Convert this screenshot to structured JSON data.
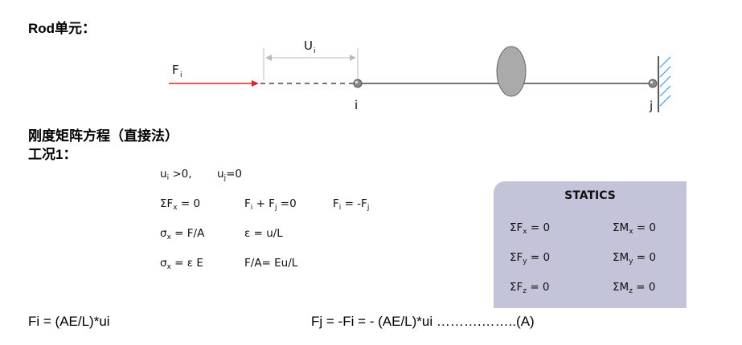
{
  "heading_rod": "Rod单元：",
  "diagram": {
    "force_label": "F",
    "force_sub": "i",
    "disp_label": "U",
    "disp_sub": "i",
    "node_i": "i",
    "node_j": "j",
    "colors": {
      "force_arrow": "#e0202a",
      "node": "#888888",
      "lens": "#aaaaaa",
      "wall_hatch": "#3aa0e0"
    }
  },
  "heading_method": "刚度矩阵方程（直接法）",
  "heading_case": "工况1：",
  "equations": {
    "row1_a_pre": "u",
    "row1_a_sub": "i",
    "row1_a_post": " >0,",
    "row1_b_pre": "u",
    "row1_b_sub": "j",
    "row1_b_post": "=0",
    "row2_a_pre": "ΣF",
    "row2_a_sub": "x",
    "row2_a_post": " = 0",
    "row2_b_pre": "F",
    "row2_b_sub": "i",
    "row2_b_mid": " + F",
    "row2_b_sub2": "j",
    "row2_b_post": " =0",
    "row2_c_pre": "F",
    "row2_c_sub": "i",
    "row2_c_mid": " = -F",
    "row2_c_sub2": "j",
    "row3_a_pre": "σ",
    "row3_a_sub": "x",
    "row3_a_post": " = F/A",
    "row3_b": "ε = u/L",
    "row4_a_pre": "σ",
    "row4_a_sub": "x",
    "row4_a_post": " = ε E",
    "row4_b": "F/A= Eu/L"
  },
  "statics": {
    "title": "STATICS",
    "fx_pre": "ΣF",
    "fx_sub": "x",
    "fx_post": " = 0",
    "mx_pre": "ΣM",
    "mx_sub": "x",
    "mx_post": " = 0",
    "fy_pre": "ΣF",
    "fy_sub": "y",
    "fy_post": " = 0",
    "my_pre": "ΣM",
    "my_sub": "y",
    "my_post": " = 0",
    "fz_pre": "ΣF",
    "fz_sub": "z",
    "fz_post": " = 0",
    "mz_pre": "ΣM",
    "mz_sub": "z",
    "mz_post": " = 0",
    "bg_color": "#c3c3d9"
  },
  "result_left": "Fi = (AE/L)*ui",
  "result_right": "Fj = -Fi = - (AE/L)*ui ……….……..(A)"
}
